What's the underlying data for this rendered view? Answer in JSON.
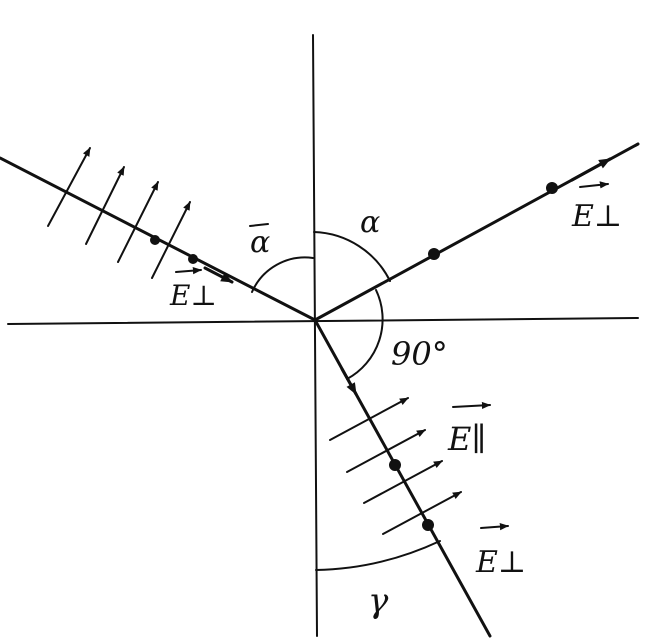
{
  "figure": {
    "labels": {
      "alpha_incident": "α",
      "alpha_reflected": "α",
      "right_angle": "90°",
      "gamma": "γ",
      "E_perp_incident": "E⊥",
      "E_perp_reflected": "E⊥",
      "E_parallel_refracted": "E∥",
      "E_perp_refracted": "E⊥"
    },
    "colors": {
      "ink": "#111111",
      "background": "#ffffff"
    }
  }
}
